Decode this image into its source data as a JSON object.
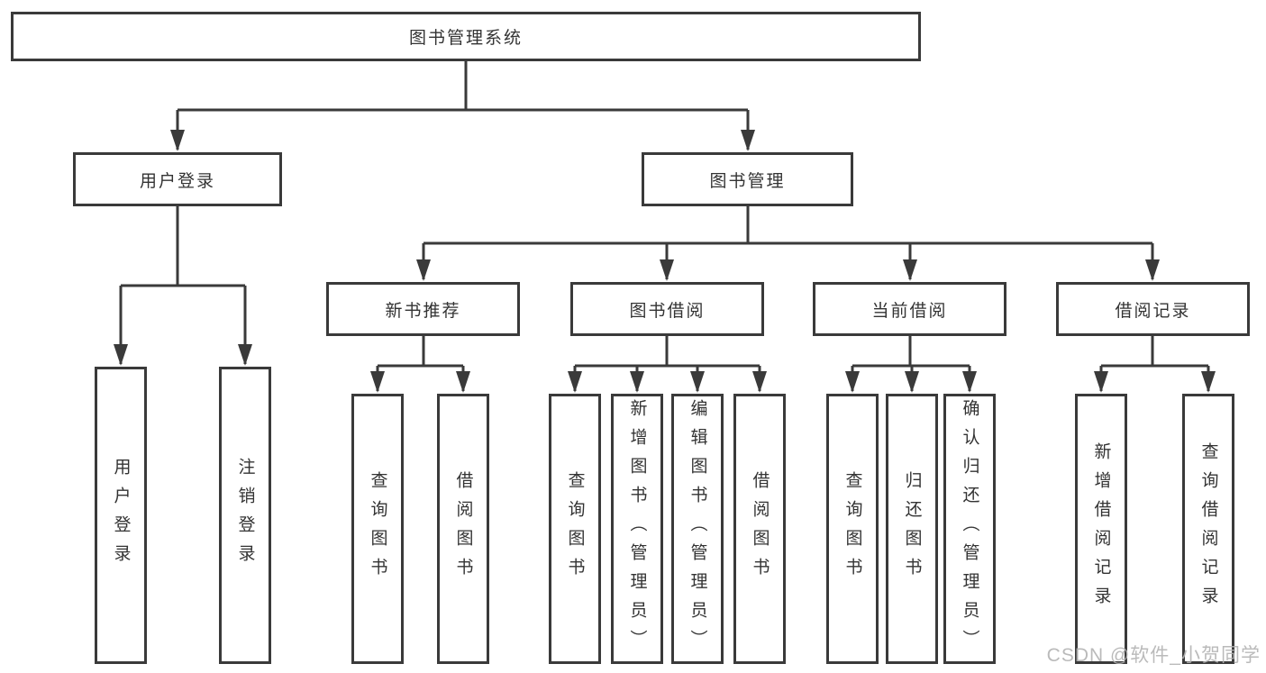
{
  "colors": {
    "line": "#3a3a3a",
    "text": "#333333",
    "watermark": "#b3b3b3",
    "background": "#ffffff"
  },
  "watermark": {
    "text": "CSDN @软件_小贺同学"
  },
  "diagram": {
    "root": {
      "label": "图书管理系统",
      "children": [
        {
          "label": "用户登录",
          "children": [
            {
              "label": "用户登录"
            },
            {
              "label": "注销登录"
            }
          ]
        },
        {
          "label": "图书管理",
          "children": [
            {
              "label": "新书推荐",
              "children": [
                {
                  "label": "查询图书"
                },
                {
                  "label": "借阅图书"
                }
              ]
            },
            {
              "label": "图书借阅",
              "children": [
                {
                  "label": "查询图书"
                },
                {
                  "label": "新增图书（管理员）"
                },
                {
                  "label": "编辑图书（管理员）"
                },
                {
                  "label": "借阅图书"
                }
              ]
            },
            {
              "label": "当前借阅",
              "children": [
                {
                  "label": "查询图书"
                },
                {
                  "label": "归还图书"
                },
                {
                  "label": "确认归还（管理员）"
                }
              ]
            },
            {
              "label": "借阅记录",
              "children": [
                {
                  "label": "新增借阅记录"
                },
                {
                  "label": "查询借阅记录"
                }
              ]
            }
          ]
        }
      ]
    }
  }
}
